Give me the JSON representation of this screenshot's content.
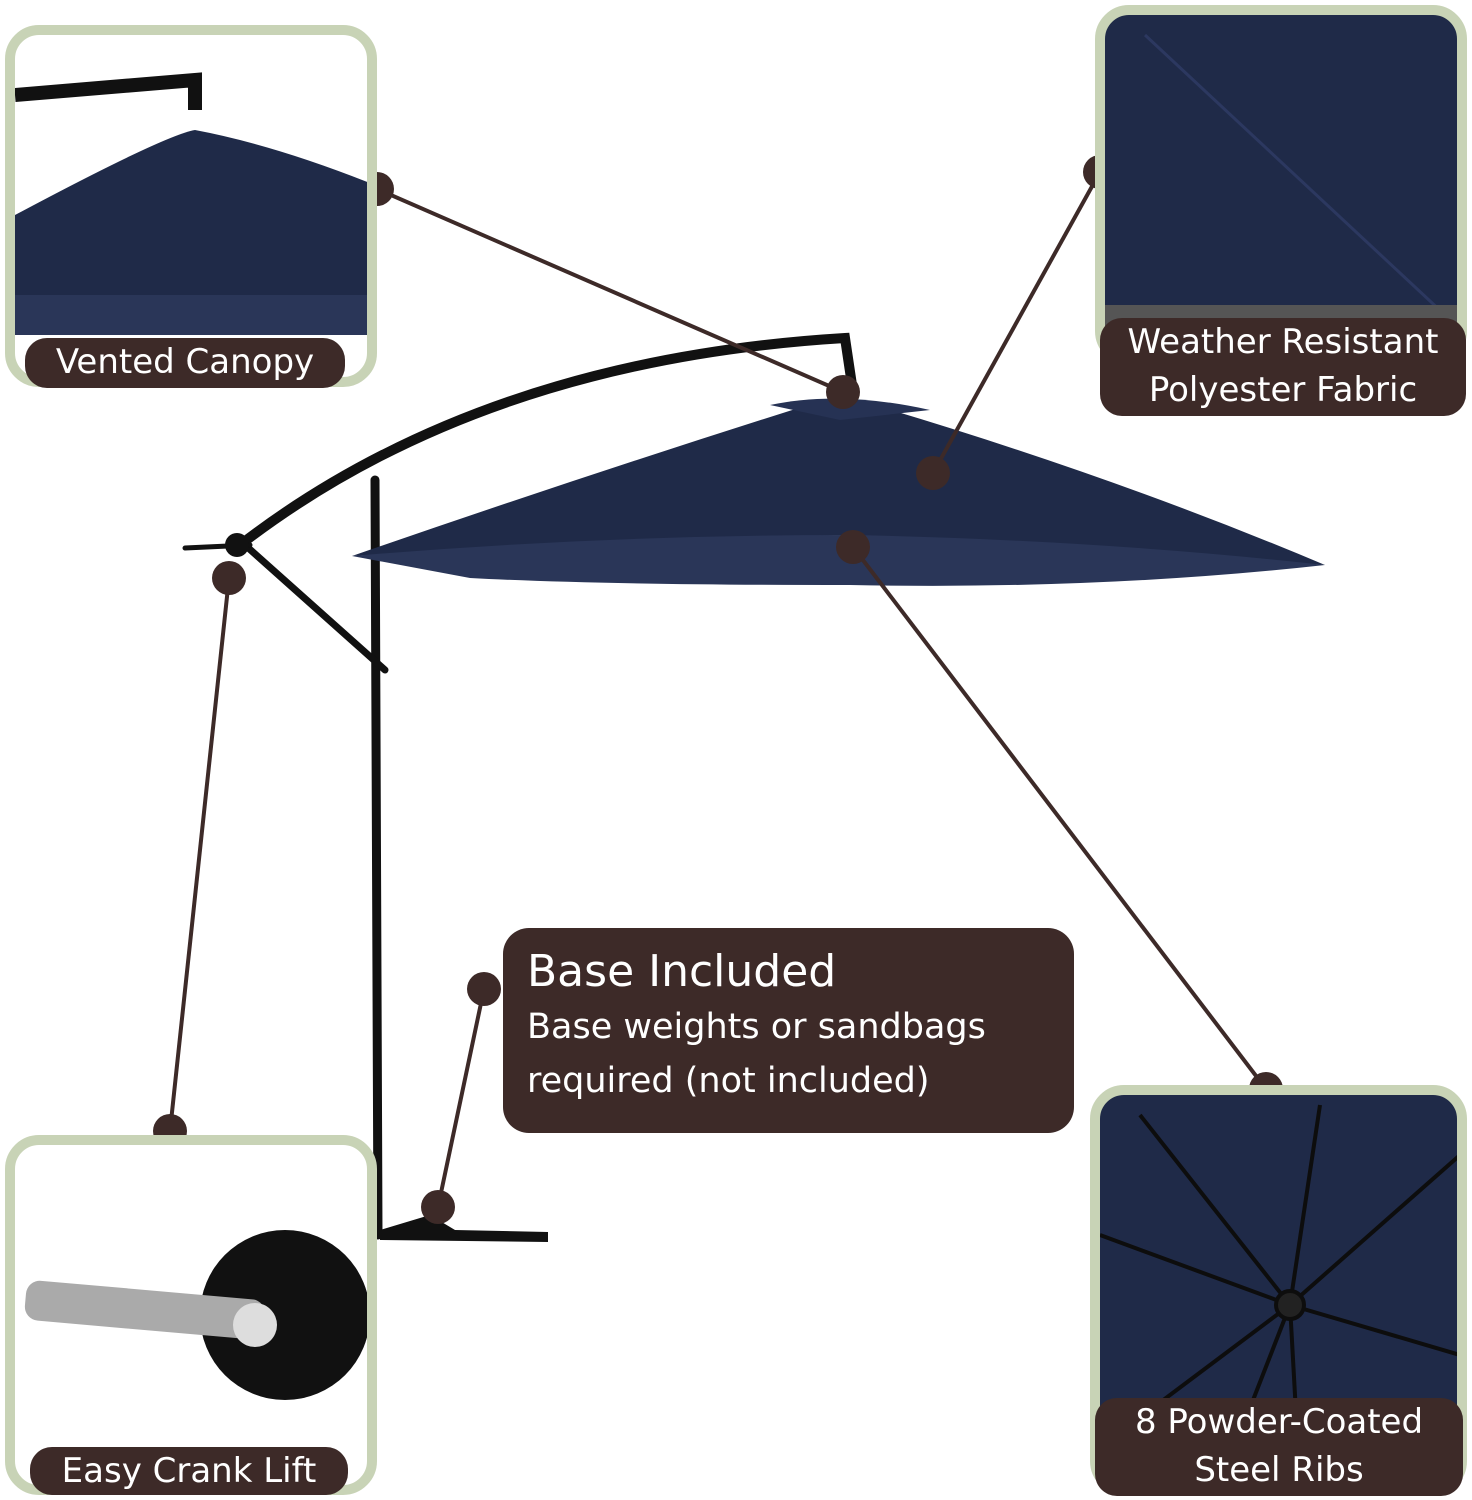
{
  "callouts": {
    "vented_canopy": "Vented Canopy",
    "fabric_line1": "Weather Resistant",
    "fabric_line2": "Polyester Fabric",
    "crank": "Easy Crank Lift",
    "ribs_line1": "8 Powder-Coated",
    "ribs_line2": "Steel Ribs",
    "base_title": "Base Included",
    "base_line1": "Base weights or sandbags",
    "base_line2": "required (not included)"
  },
  "colors": {
    "canopy": "#1f2a48",
    "label_bg": "#3d2a28",
    "panel_border": "#c8d3b6",
    "leader": "#3d2a28"
  }
}
